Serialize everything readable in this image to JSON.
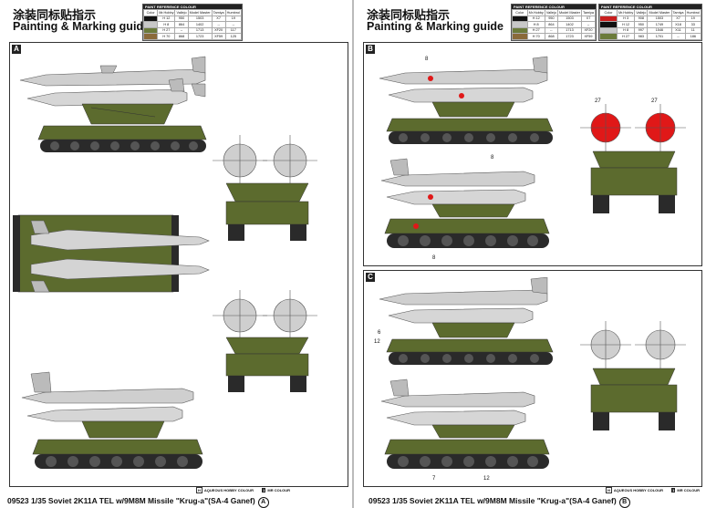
{
  "title_cn": "涂装同标贴指示",
  "title_en": "Painting & Marking guide",
  "reference": {
    "header": "PAINT REFERENCE COLOUR",
    "columns": [
      "Color",
      "Mr.Hobby",
      "Vallejo",
      "Model Master",
      "Tamiya",
      "Humbrol"
    ],
    "rows": [
      {
        "swatch": "#111111",
        "hobby": "H 12",
        "vallejo": "950",
        "model": "1503",
        "tamiya": "X7",
        "humbrol": "19"
      },
      {
        "swatch": "#c8c8c8",
        "hobby": "H 8",
        "vallejo": "864",
        "model": "1402",
        "tamiya": "--",
        "humbrol": "--"
      },
      {
        "swatch": "#6b7b3a",
        "hobby": "H 27",
        "vallejo": "--",
        "model": "1713",
        "tamiya": "XF20",
        "humbrol": "117"
      },
      {
        "swatch": "#8a6a3a",
        "hobby": "H 70",
        "vallejo": "868",
        "model": "1723",
        "tamiya": "XF59",
        "humbrol": "125"
      }
    ]
  },
  "reference_b": {
    "header": "PAINT REFERENCE COLOUR",
    "columns": [
      "Color",
      "Mr.Hobby",
      "Vallejo",
      "Model Master",
      "Tamiya",
      "Humbrol"
    ],
    "rows": [
      {
        "swatch": "#c81e1e",
        "hobby": "H 3",
        "vallejo": "908",
        "model": "1503",
        "tamiya": "X7",
        "humbrol": "19"
      },
      {
        "swatch": "#111111",
        "hobby": "H 12",
        "vallejo": "950",
        "model": "1749",
        "tamiya": "X18",
        "humbrol": "33"
      },
      {
        "swatch": "#c8c8c8",
        "hobby": "H 8",
        "vallejo": "997",
        "model": "1546",
        "tamiya": "X11",
        "humbrol": "11"
      },
      {
        "swatch": "#6b7b3a",
        "hobby": "H 27",
        "vallejo": "983",
        "model": "1701",
        "tamiya": "--",
        "humbrol": "186"
      }
    ]
  },
  "panels": {
    "a": "A",
    "b": "B",
    "c": "C"
  },
  "legend": {
    "hobby": "AQUEOUS HOBBY COLOUR",
    "mr": "MR COLOUR"
  },
  "footer": {
    "a": "09523 1/35 Soviet 2K11A  TEL w/9M8M Missile \"Krug-a\"(SA-4 Ganef)",
    "a_mark": "A",
    "b": "09523 1/35 Soviet 2K11A  TEL w/9M8M Missile \"Krug-a\"(SA-4 Ganef)",
    "b_mark": "B"
  },
  "numbers": {
    "n8a": "8",
    "n8b": "8",
    "n8c": "8",
    "n27a": "27",
    "n27b": "27",
    "n6": "6",
    "n12a": "12",
    "n7": "7",
    "n12b": "12"
  },
  "colors": {
    "olive": "#5c6b2e",
    "olive_dark": "#3d4a1e",
    "silver": "#c9c9c9",
    "red": "#e01818",
    "track": "#2a2a2a"
  }
}
